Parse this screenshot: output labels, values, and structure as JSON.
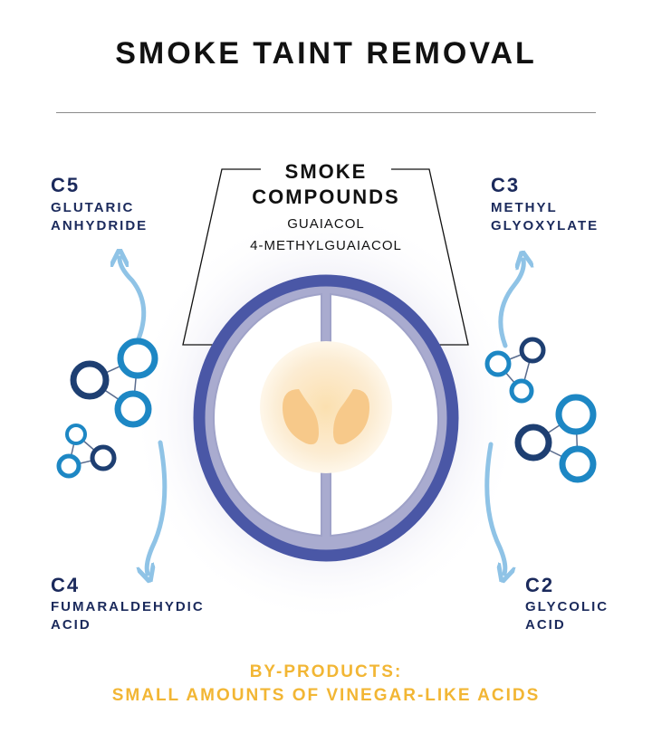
{
  "title": "SMOKE TAINT REMOVAL",
  "center": {
    "heading_lines": [
      "SMOKE",
      "COMPOUNDS"
    ],
    "compounds": [
      "GUAIACOL",
      "4-METHYLGUAIACOL"
    ]
  },
  "products": {
    "c5": {
      "code": "C5",
      "name_lines": [
        "GLUTARIC",
        "ANHYDRIDE"
      ]
    },
    "c3": {
      "code": "C3",
      "name_lines": [
        "METHYL",
        "GLYOXYLATE"
      ]
    },
    "c4": {
      "code": "C4",
      "name_lines": [
        "FUMARALDEHYDIC",
        "ACID"
      ]
    },
    "c2": {
      "code": "C2",
      "name_lines": [
        "GLYCOLIC",
        "ACID"
      ]
    }
  },
  "byproducts": {
    "lines": [
      "BY-PRODUCTS:",
      "SMALL AMOUNTS OF VINEGAR-LIKE ACIDS"
    ]
  },
  "colors": {
    "navy_text": "#1b2a5c",
    "yellow_text": "#f2b634",
    "vessel_ring": "#4a57a6",
    "arrow_light_blue": "#8fc3e6",
    "molecule_dark": "#1e3f72",
    "molecule_mid": "#1d87c4",
    "core_glow": "#fbe3b8"
  },
  "icons": [
    "vessel-cross-section",
    "molecule-cluster",
    "curved-arrow"
  ]
}
